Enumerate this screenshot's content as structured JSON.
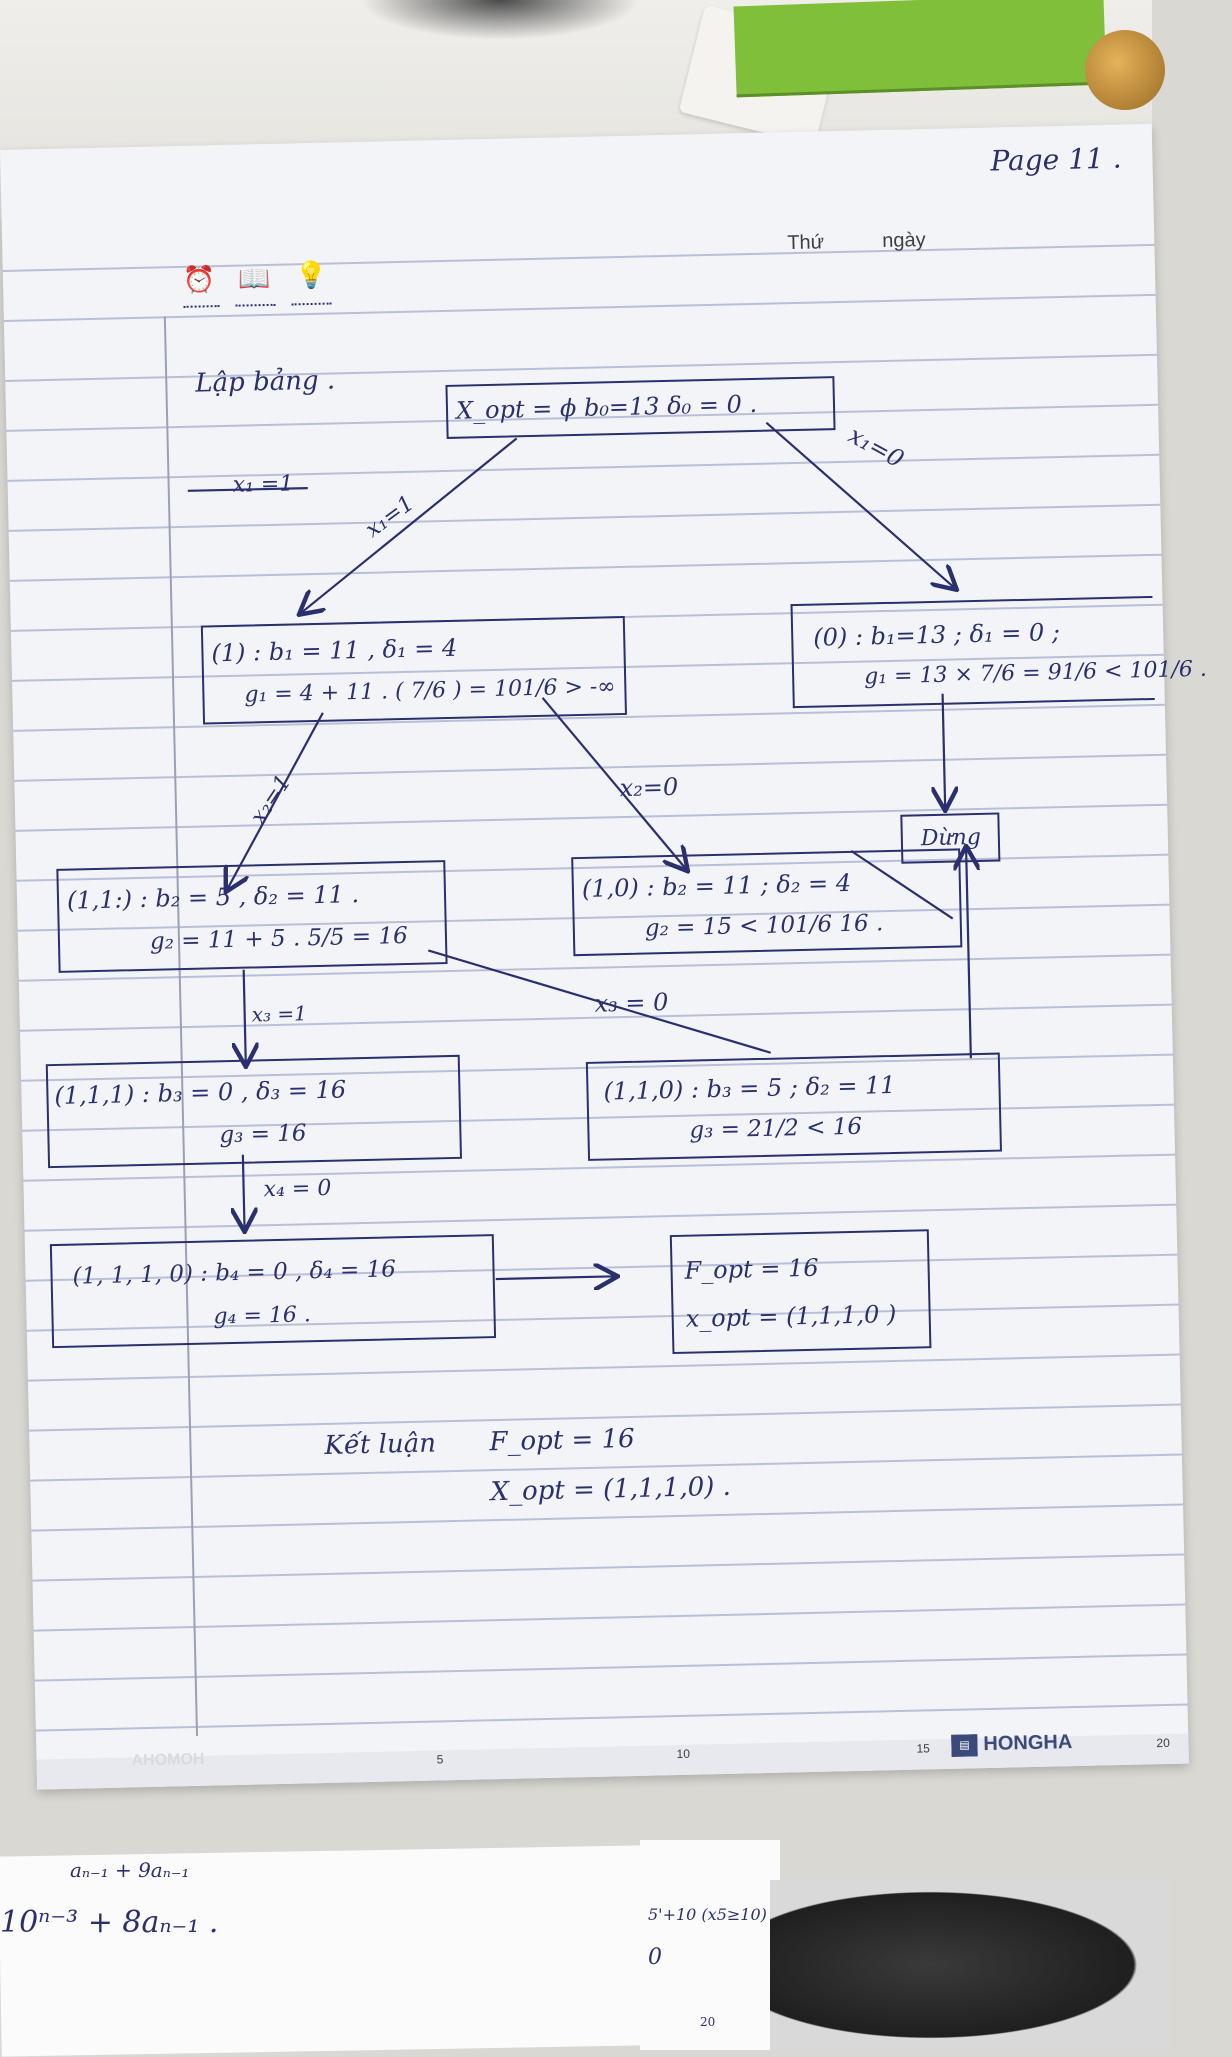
{
  "header": {
    "page_label": "Page 11 .",
    "thu_label": "Thứ",
    "ngay_label": "ngày",
    "icons": [
      "alarm-clock-icon",
      "open-book-icon",
      "lightbulb-icon"
    ]
  },
  "title": "Lập bảng .",
  "root": {
    "text": "X_opt = ϕ     b₀=13     δ₀ = 0 ."
  },
  "edges": {
    "x1_one_crossed": "x₁ =1",
    "x1_one": "x₁=1",
    "x1_zero": "x₁=0",
    "x2_one": "x₂=1",
    "x2_zero": "x₂=0",
    "x3_one": "x₃ =1",
    "x3_zero": "x₃ = 0",
    "x4_zero": "x₄ = 0",
    "arrow_result": ""
  },
  "nodes": {
    "n1": {
      "line1": "(1) :  b₁ = 11 ,   δ₁ = 4",
      "line2": "g₁ = 4 + 11 . ( 7/6 ) = 101/6  > -∞"
    },
    "n0": {
      "line1": "(0) :  b₁=13  ;  δ₁ = 0 ;",
      "line2": "g₁ = 13 × 7/6 = 91/6 < 101/6 ."
    },
    "stop": {
      "label": "Dừng"
    },
    "n11": {
      "line1": "(1,1:) : b₂ = 5  ,   δ₂ = 11 .",
      "line2": "g₂ = 11 + 5 . 5/5 = 16"
    },
    "n10": {
      "line1": "(1,0)  :  b₂ = 11  ;  δ₂ = 4",
      "line2": "g₂ = 15  <  101/6  16 ."
    },
    "n111": {
      "line1": "(1,1,1) : b₃ = 0 ,     δ₃ = 16",
      "line2": "g₃ = 16"
    },
    "n110": {
      "line1": "(1,1,0) :  b₃ = 5 ;  δ₂ = 11",
      "line2": "g₃ = 21/2 < 16"
    },
    "n1110": {
      "line1": "(1, 1, 1, 0) :  b₄ = 0 ,     δ₄ = 16",
      "line2": "g₄ = 16 ."
    },
    "result": {
      "line1": "F_opt = 16",
      "line2": "x_opt = (1,1,1,0 )"
    }
  },
  "conclusion": {
    "label": "Kết luận",
    "f_opt": "F_opt = 16",
    "x_opt": "X_opt = (1,1,1,0) ."
  },
  "ruler": {
    "ticks": [
      "5",
      "10",
      "15",
      "20"
    ]
  },
  "brand": {
    "name": "HONGHA",
    "faint": "AHOMOH"
  },
  "underneath_page": {
    "line1": "aₙ₋₁  + 9aₙ₋₁",
    "line2": "10ⁿ⁻³ + 8aₙ₋₁ .",
    "side1": "5'+10 (x5≥10)",
    "side2": "0",
    "side3": "20"
  }
}
